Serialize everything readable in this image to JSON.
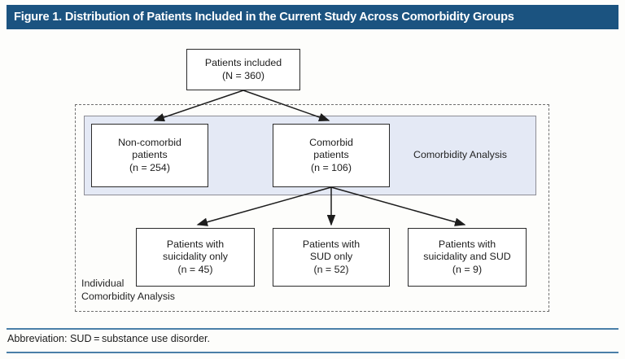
{
  "figure": {
    "title": "Figure 1. Distribution of Patients Included in the Current Study Across Comorbidity Groups",
    "title_bar_color": "#1b5380",
    "band_color": "#e4e9f5",
    "rule_color": "#4a7fa8"
  },
  "nodes": {
    "top": {
      "line1": "Patients included",
      "line2": "(N = 360)"
    },
    "noncomorbid": {
      "line1": "Non-comorbid",
      "line2": "patients",
      "line3": "(n = 254)"
    },
    "comorbid": {
      "line1": "Comorbid",
      "line2": "patients",
      "line3": "(n = 106)"
    },
    "suicidality_only": {
      "line1": "Patients with",
      "line2": "suicidality only",
      "line3": "(n = 45)"
    },
    "sud_only": {
      "line1": "Patients with",
      "line2": "SUD only",
      "line3": "(n = 52)"
    },
    "suicidality_and_sud": {
      "line1": "Patients with",
      "line2": "suicidality and SUD",
      "line3": "(n = 9)"
    }
  },
  "regions": {
    "comorbidity_analysis_label": "Comorbidity Analysis",
    "individual_analysis_label_line1": "Individual",
    "individual_analysis_label_line2": "Comorbidity Analysis"
  },
  "footer": {
    "abbreviation": "Abbreviation: SUD = substance use disorder."
  },
  "chart_data": {
    "type": "diagram",
    "title": "Figure 1. Distribution of Patients Included in the Current Study Across Comorbidity Groups",
    "total": 360,
    "groups": [
      {
        "label": "Non-comorbid patients",
        "n": 254
      },
      {
        "label": "Comorbid patients",
        "n": 106
      },
      {
        "label": "Patients with suicidality only",
        "n": 45
      },
      {
        "label": "Patients with SUD only",
        "n": 52
      },
      {
        "label": "Patients with suicidality and SUD",
        "n": 9
      }
    ]
  }
}
